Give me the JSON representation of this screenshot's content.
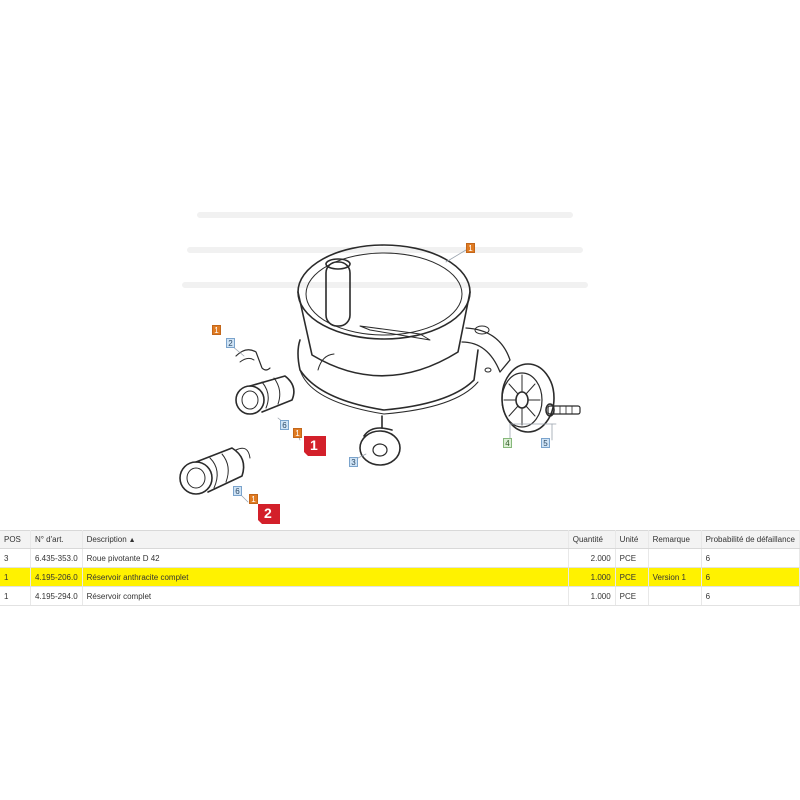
{
  "diagram": {
    "callouts": [
      {
        "label": "1",
        "color": "orange"
      },
      {
        "label": "1",
        "color": "orange"
      },
      {
        "label": "2",
        "color": "blue"
      },
      {
        "label": "6",
        "color": "blue"
      },
      {
        "label": "1",
        "color": "orange"
      },
      {
        "label": "3",
        "color": "blue"
      },
      {
        "label": "6",
        "color": "blue"
      },
      {
        "label": "1",
        "color": "orange"
      },
      {
        "label": "4",
        "color": "green"
      },
      {
        "label": "5",
        "color": "blue"
      }
    ],
    "badges": [
      "1",
      "2"
    ],
    "badge_color": "#d3202a"
  },
  "table": {
    "headers": {
      "pos": "POS",
      "article": "N° d'art.",
      "description": "Description",
      "quantity": "Quantité",
      "unit": "Unité",
      "remark": "Remarque",
      "failure": "Probabilité de défaillance"
    },
    "sort_icon": "sort-ascending-icon",
    "highlight_color": "#fff200",
    "rows": [
      {
        "pos": "3",
        "article": "6.435-353.0",
        "description": "Roue pivotante D 42",
        "quantity": "2.000",
        "unit": "PCE",
        "remark": "",
        "failure": "6"
      },
      {
        "pos": "1",
        "article": "4.195-206.0",
        "description": "Réservoir anthracite complet",
        "quantity": "1.000",
        "unit": "PCE",
        "remark": "Version 1",
        "failure": "6"
      },
      {
        "pos": "1",
        "article": "4.195-294.0",
        "description": "Réservoir complet",
        "quantity": "1.000",
        "unit": "PCE",
        "remark": "",
        "failure": "6"
      }
    ]
  }
}
